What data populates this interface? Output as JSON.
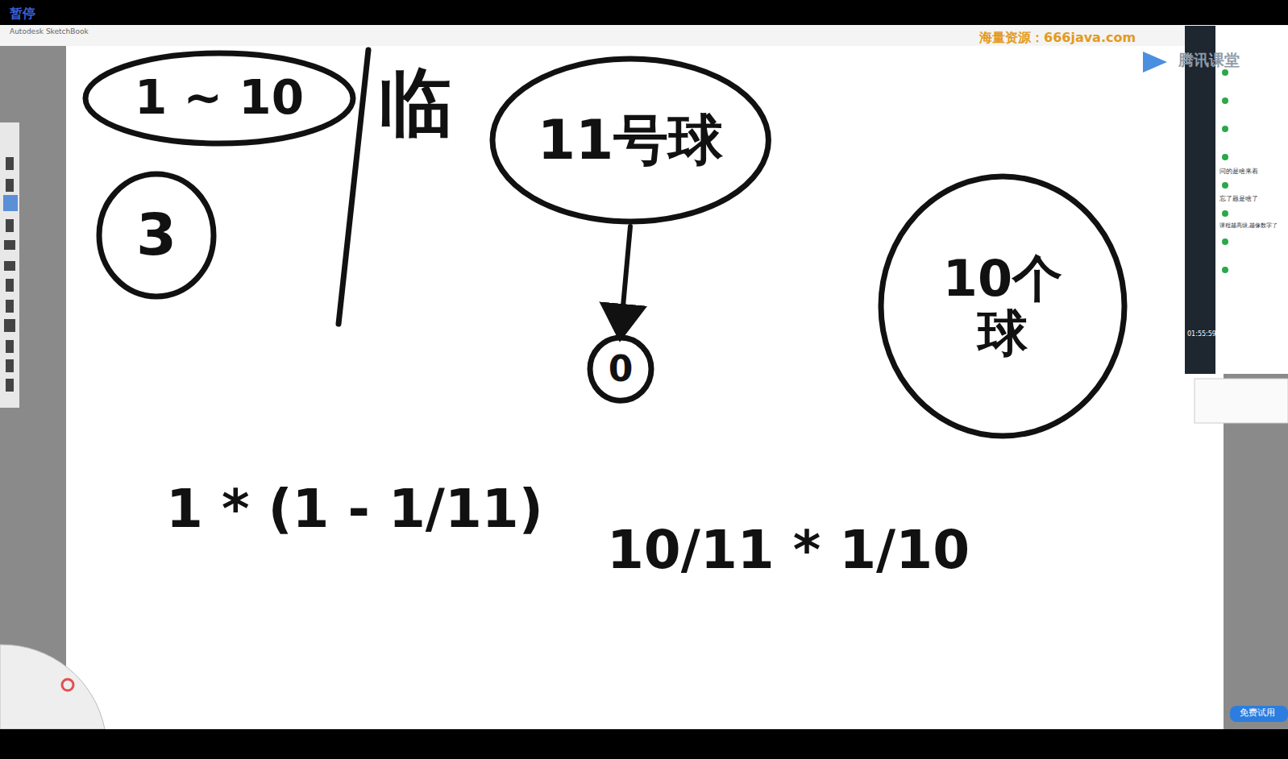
{
  "diagram": {
    "nodes": [
      {
        "text": [
          "1 ~ 10"
        ]
      },
      {
        "text": [
          "3"
        ]
      },
      {
        "text": [
          "11号球"
        ]
      },
      {
        "text": [
          "0"
        ]
      },
      {
        "text": [
          "10个球"
        ]
      }
    ],
    "edges": [
      {
        "from": 2,
        "to": 3,
        "arrow": "to"
      }
    ],
    "labels": [
      "暂停",
      "Autodesk SketchBook",
      "海量资源：666java.com",
      "腾讯课堂",
      "临",
      "1 * (1 - 1/11)",
      "10/11 * 1/10",
      "问的是啥来着",
      "忘了题是啥了",
      "课程越高级,越像数字了",
      "01:55:59",
      "免费试用"
    ]
  }
}
